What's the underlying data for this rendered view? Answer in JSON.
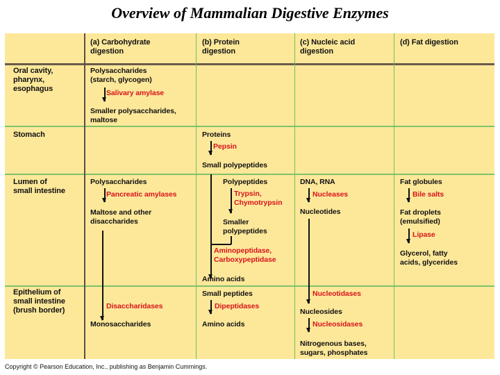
{
  "title": "Overview of Mammalian Digestive Enzymes",
  "headers": [
    "",
    "(a) Carbohydrate\ndigestion",
    "(b) Protein\ndigestion",
    "(c) Nucleic acid\ndigestion",
    "(d) Fat digestion"
  ],
  "header_lines": {
    "carb_1": "(a) Carbohydrate",
    "carb_2": "digestion",
    "protein_1": "(b) Protein",
    "protein_2": "digestion",
    "nucleic_1": "(c) Nucleic acid",
    "nucleic_2": "digestion",
    "fat_1": "(d) Fat digestion"
  },
  "rows": {
    "oral": {
      "label_1": "Oral cavity,",
      "label_2": "pharynx,",
      "label_3": "esophagus"
    },
    "stomach": {
      "label_1": "Stomach"
    },
    "lumen": {
      "label_1": "Lumen of",
      "label_2": "small intestine"
    },
    "epithelium": {
      "label_1": "Epithelium of",
      "label_2": "small intestine",
      "label_3": "(brush border)"
    }
  },
  "oral": {
    "carb": {
      "substrate_1": "Polysaccharides",
      "substrate_2": "(starch, glycogen)",
      "enzyme": "Salivary amylase",
      "product_1": "Smaller polysaccharides,",
      "product_2": "maltose"
    }
  },
  "stomach": {
    "protein": {
      "substrate": "Proteins",
      "enzyme": "Pepsin",
      "product": "Small polypeptides"
    }
  },
  "lumen": {
    "carb": {
      "substrate": "Polysaccharides",
      "enzyme": "Pancreatic amylases",
      "product_1": "Maltose and other",
      "product_2": "disaccharides"
    },
    "protein": {
      "substrate": "Polypeptides",
      "enzyme_1": "Trypsin,",
      "enzyme_2": "Chymotrypsin",
      "product_1": "Smaller",
      "product_2": "polypeptides",
      "enzyme2_1": "Aminopeptidase,",
      "enzyme2_2": "Carboxypeptidase",
      "final": "Amino acids"
    },
    "nucleic": {
      "substrate": "DNA, RNA",
      "enzyme": "Nucleases",
      "product": "Nucleotides"
    },
    "fat": {
      "substrate": "Fat globules",
      "enzyme": "Bile salts",
      "product_1": "Fat droplets",
      "product_2": "(emulsified)",
      "enzyme2": "Lipase",
      "final_1": "Glycerol, fatty",
      "final_2": "acids, glycerides"
    }
  },
  "epithelium": {
    "carb": {
      "enzyme": "Disaccharidases",
      "product": "Monosaccharides"
    },
    "protein": {
      "substrate": "Small peptides",
      "enzyme": "Dipeptidases",
      "product": "Amino acids"
    },
    "nucleic": {
      "enzyme": "Nucleotidases",
      "product": "Nucleosides",
      "enzyme2": "Nucleosidases",
      "final_1": "Nitrogenous bases,",
      "final_2": "sugars, phosphates"
    }
  },
  "copyright": "Copyright © Pearson Education, Inc., publishing as Benjamin Cummings.",
  "colors": {
    "background": "#fde89a",
    "enzyme": "#d8141c",
    "grid": "#6fbf5c",
    "divider": "#6b5a4a"
  }
}
